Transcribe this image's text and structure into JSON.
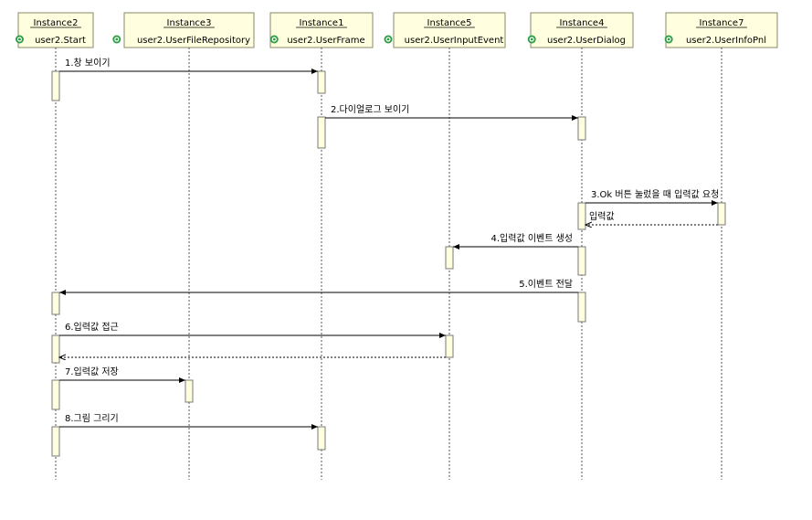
{
  "participants": [
    {
      "instance": "Instance2",
      "class": "user2.Start"
    },
    {
      "instance": "Instance3",
      "class": "user2.UserFileRepository"
    },
    {
      "instance": "Instance1",
      "class": "user2.UserFrame"
    },
    {
      "instance": "Instance5",
      "class": "user2.UserInputEvent"
    },
    {
      "instance": "Instance4",
      "class": "user2.UserDialog"
    },
    {
      "instance": "Instance7",
      "class": "user2.UserInfoPnl"
    }
  ],
  "messages": [
    {
      "label": "1.창 보이기",
      "from": 0,
      "to": 2,
      "kind": "call"
    },
    {
      "label": "2.다이얼로그 보이기",
      "from": 2,
      "to": 4,
      "kind": "call"
    },
    {
      "label": "3.Ok 버튼 눌렀을 때 입력값 요청",
      "from": 4,
      "to": 5,
      "kind": "call"
    },
    {
      "label": "입력값",
      "from": 5,
      "to": 4,
      "kind": "return"
    },
    {
      "label": "4.입력값 이벤트 생성",
      "from": 4,
      "to": 3,
      "kind": "call"
    },
    {
      "label": "5.이벤트 전달",
      "from": 4,
      "to": 0,
      "kind": "call"
    },
    {
      "label": "6.입력값 접근",
      "from": 0,
      "to": 3,
      "kind": "call"
    },
    {
      "label": "",
      "from": 3,
      "to": 0,
      "kind": "return"
    },
    {
      "label": "7.입력값 저장",
      "from": 0,
      "to": 1,
      "kind": "call"
    },
    {
      "label": "8.그림 그리기",
      "from": 0,
      "to": 2,
      "kind": "call"
    }
  ],
  "colors": {
    "box_fill": "#ffffe0",
    "class_icon": "#2e9e45"
  },
  "icon": "class-icon"
}
